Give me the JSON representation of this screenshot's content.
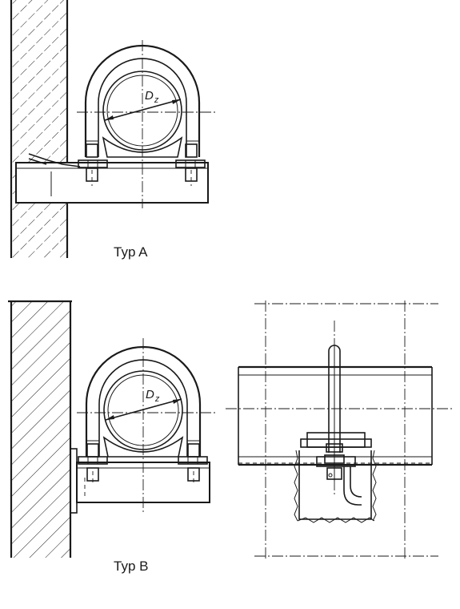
{
  "labels": {
    "typ_a": "Typ A",
    "typ_b": "Typ B",
    "dim_a_main": "D",
    "dim_a_sub": "z",
    "dim_b_main": "D",
    "dim_b_sub": "z"
  }
}
